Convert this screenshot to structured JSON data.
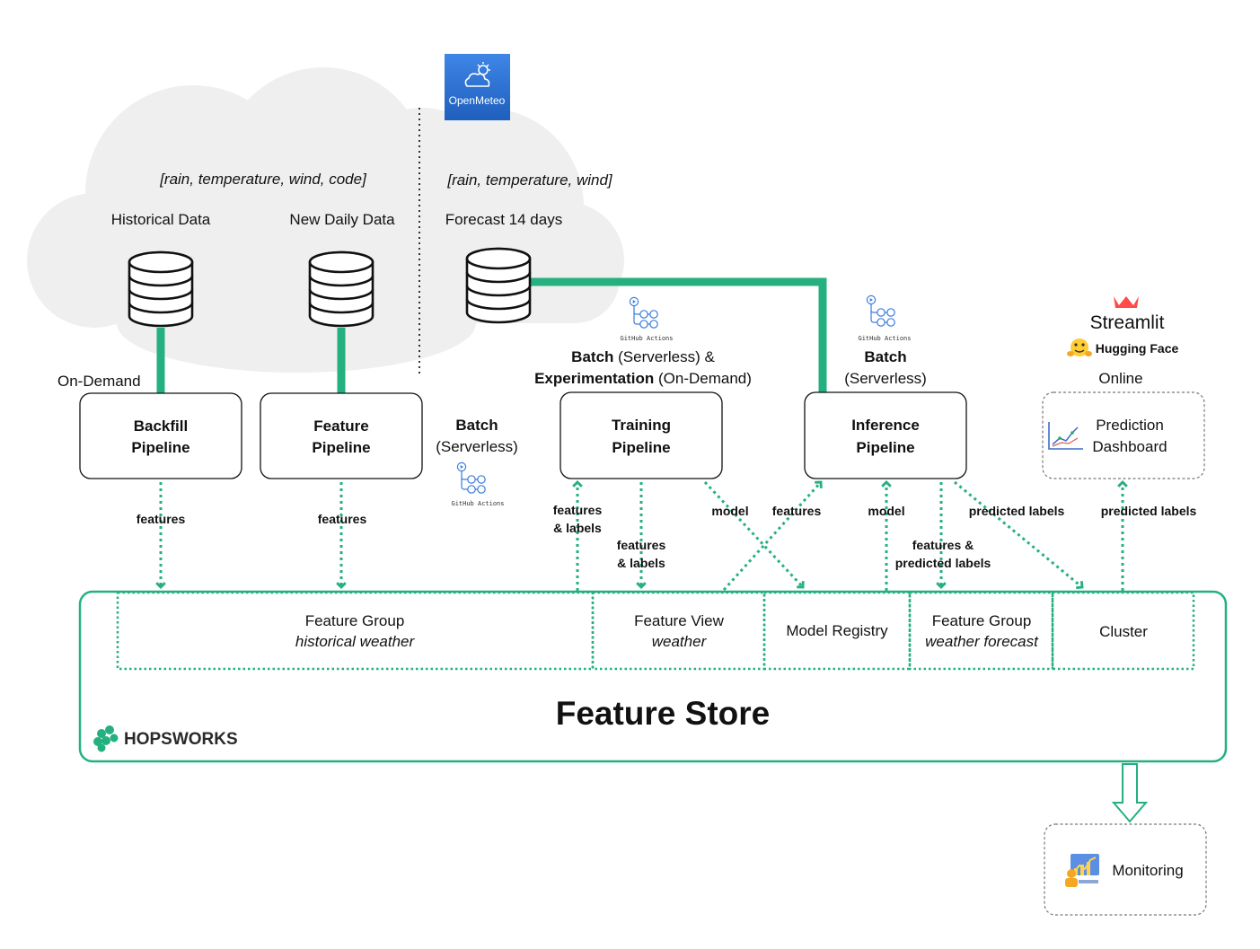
{
  "logos": {
    "openmeteo": "OpenMeteo",
    "github_actions": "GitHub Actions",
    "streamlit": "Streamlit",
    "hugging_face": "Hugging Face",
    "hopsworks": "HOPSWORKS"
  },
  "sources": {
    "left_fields": "[rain, temperature, wind, code]",
    "right_fields": "[rain, temperature, wind]",
    "historical": "Historical Data",
    "daily": "New Daily Data",
    "forecast": "Forecast 14 days"
  },
  "labels": {
    "on_demand": "On-Demand",
    "batch": "Batch",
    "serverless_paren": "(Serverless)",
    "serverless_amp": "(Serverless) &",
    "experimentation": "Experimentation",
    "on_demand_paren": "(On-Demand)",
    "online": "Online"
  },
  "pipelines": {
    "backfill": [
      "Backfill",
      "Pipeline"
    ],
    "feature": [
      "Feature",
      "Pipeline"
    ],
    "training": [
      "Training",
      "Pipeline"
    ],
    "inference": [
      "Inference",
      "Pipeline"
    ],
    "dashboard": [
      "Prediction",
      "Dashboard"
    ],
    "monitoring": "Monitoring"
  },
  "flows": {
    "features": "features",
    "features_and": "features",
    "and_labels": "& labels",
    "model": "model",
    "features_amp": "features &",
    "predicted_labels": "predicted labels"
  },
  "feature_store": {
    "title": "Feature Store",
    "fg_historical": [
      "Feature Group",
      "historical weather"
    ],
    "feature_view": [
      "Feature View",
      "weather"
    ],
    "model_registry": "Model Registry",
    "fg_forecast": [
      "Feature Group",
      "weather forecast"
    ],
    "cluster": "Cluster"
  },
  "colors": {
    "accent_green": "#25b07f",
    "cloud_gray": "#efefef",
    "openmeteo_blue": "#2a6fd0"
  },
  "icons": [
    "openmeteo-logo",
    "github-actions-icon",
    "database-icon",
    "streamlit-logo",
    "hugging-face-icon",
    "chart-icon",
    "monitoring-icon",
    "hopsworks-logo",
    "down-arrow-icon"
  ]
}
